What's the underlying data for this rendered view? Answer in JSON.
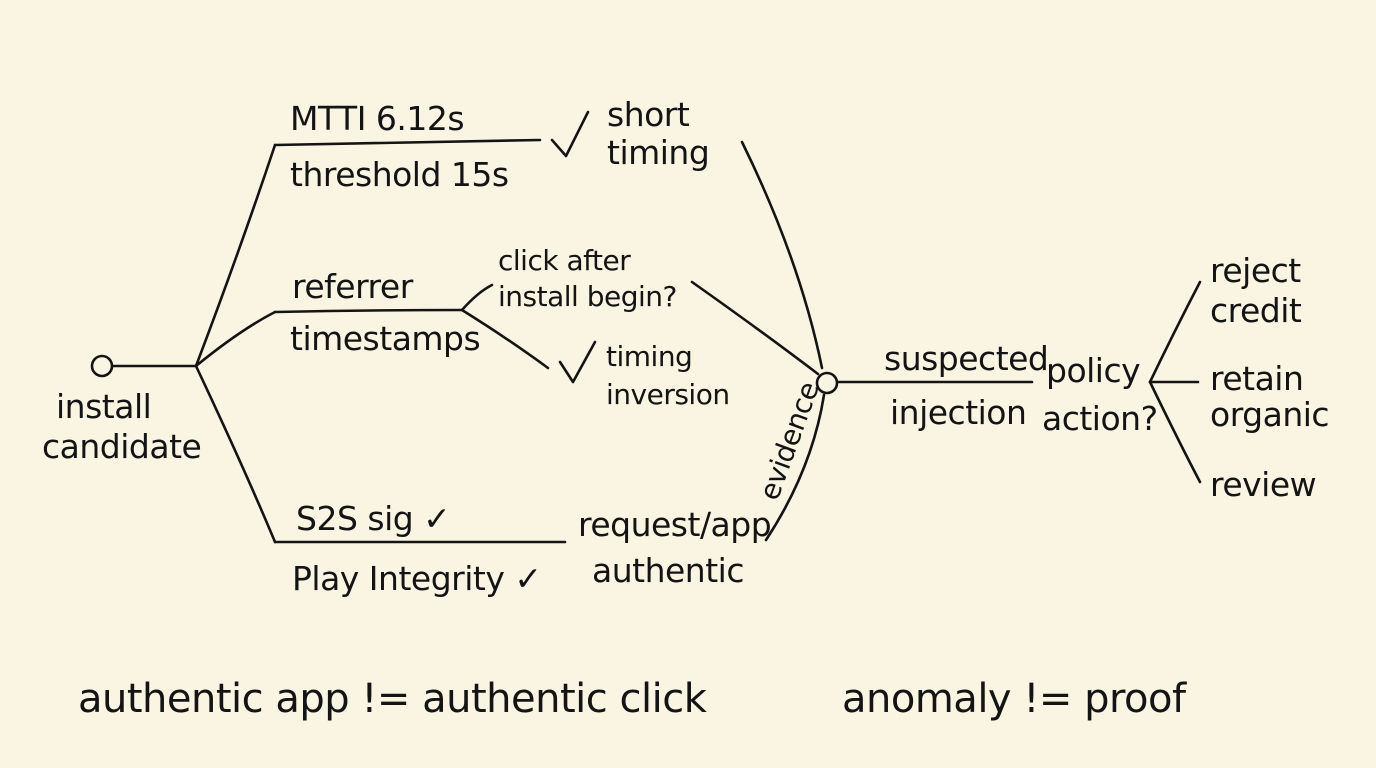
{
  "start_node": {
    "label_line1": "install",
    "label_line2": "candidate"
  },
  "branches": {
    "timing": {
      "top": "MTTI 6.12s",
      "bottom": "threshold 15s",
      "check": "✓",
      "result_line1": "short",
      "result_line2": "timing"
    },
    "referrer": {
      "top": "referrer",
      "bottom": "timestamps",
      "question_line1": "click after",
      "question_line2": "install begin?",
      "check": "✓",
      "result_line1": "timing",
      "result_line2": "inversion"
    },
    "integrity": {
      "top": "S2S sig ✓",
      "bottom": "Play Integrity ✓",
      "result_line1": "request/app",
      "result_line2": "authentic"
    }
  },
  "evidence_label": "evidence",
  "merge": {
    "top": "suspected",
    "bottom": "injection"
  },
  "policy": {
    "line1": "policy",
    "line2": "action?"
  },
  "outcomes": {
    "reject_line1": "reject",
    "reject_line2": "credit",
    "retain_line1": "retain",
    "retain_line2": "organic",
    "review": "review"
  },
  "footer": {
    "left": "authentic app != authentic click",
    "right": "anomaly != proof"
  }
}
